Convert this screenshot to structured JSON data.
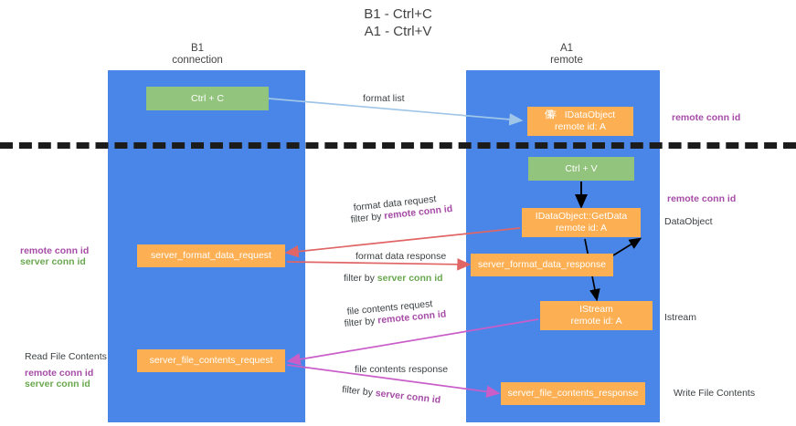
{
  "title": {
    "line1": "B1 - Ctrl+C",
    "line2": "A1 - Ctrl+V"
  },
  "columns": [
    {
      "name": "B1",
      "sub": "connection"
    },
    {
      "name": "A1",
      "sub": "remote"
    }
  ],
  "nodes": {
    "ctrl_c": {
      "label": "Ctrl + C",
      "color": "#93c47d"
    },
    "ctrl_v": {
      "label": "Ctrl + V",
      "color": "#93c47d"
    },
    "idataobject": {
      "label_overlap_a": "保",
      "label_overlap_b": "存",
      "label": "IDataObject",
      "sub": "remote id: A",
      "color": "#fcaf53"
    },
    "getdata": {
      "label": "IDataObject::GetData",
      "sub": "remote id: A",
      "color": "#fcaf53"
    },
    "istream": {
      "label": "IStream",
      "sub": "remote id: A",
      "color": "#fcaf53"
    },
    "server_format_data_request": {
      "label": "server_format_data_request",
      "color": "#fcaf53"
    },
    "server_format_data_response": {
      "label": "server_format_data_response",
      "color": "#fcaf53"
    },
    "server_file_contents_request": {
      "label": "server_file_contents_request",
      "color": "#fcaf53"
    },
    "server_file_contents_response": {
      "label": "server_file_contents_response",
      "color": "#fcaf53"
    }
  },
  "flow_labels": {
    "format_list": "format list",
    "format_data_request": "format data request",
    "format_data_request_filter_prefix": "filter by ",
    "format_data_request_filter_key": "remote conn id",
    "format_data_response": "format data response",
    "format_data_response_filter_prefix": "filter by ",
    "format_data_response_filter_key": "server conn id",
    "file_contents_request": "file contents request",
    "file_contents_request_filter_prefix": "filter by ",
    "file_contents_request_filter_key": "remote conn id",
    "file_contents_response": "file contents response",
    "file_contents_response_filter_prefix": "filter by ",
    "file_contents_response_filter_key": "server conn id"
  },
  "annotations": {
    "remote_conn_id_top": "remote conn id",
    "remote_conn_id_mid": "remote conn id",
    "dataobject": "DataObject",
    "istream": "Istream",
    "write_file_contents": "Write File Contents",
    "read_file_contents": "Read File Contents",
    "left_remote_conn_id": "remote conn id",
    "left_server_conn_id": "server conn id",
    "left_remote_conn_id_2": "remote conn id",
    "left_server_conn_id_2": "server conn id"
  },
  "colors": {
    "lane": "#4a86e8",
    "green_node": "#93c47d",
    "orange_node": "#fcaf53",
    "divider": "#1c1c1c",
    "arrow_light_blue": "#9fc5e8",
    "arrow_black": "#000000",
    "arrow_red": "#e06666",
    "arrow_magenta": "#c95ec9",
    "purple_text": "#a64ca6",
    "green_text": "#6aa84f"
  }
}
